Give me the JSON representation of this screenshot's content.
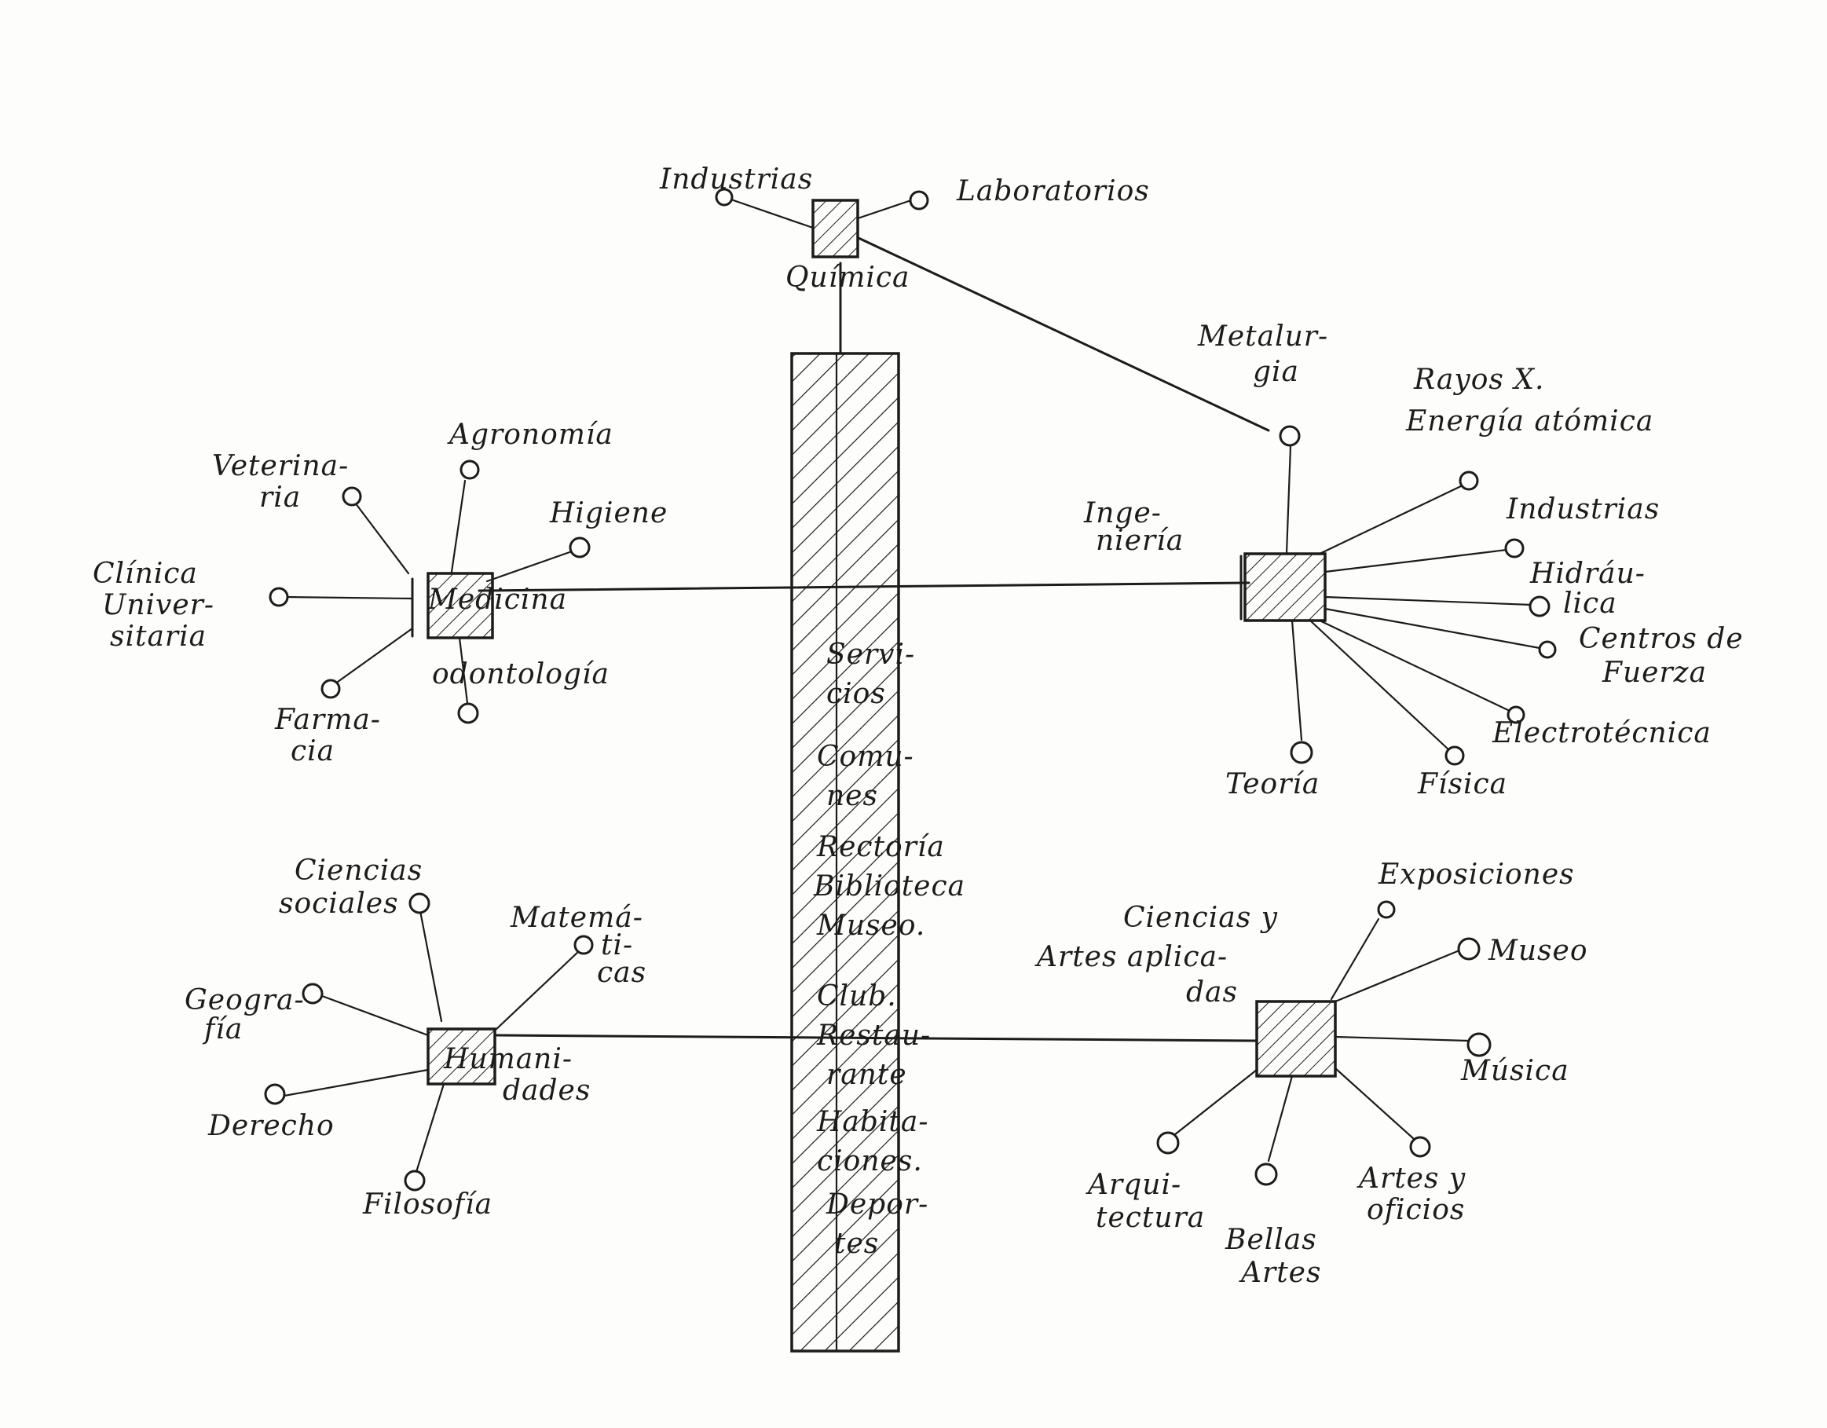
{
  "spine": {
    "texts": [
      "Servi-",
      "cios",
      "Comu-",
      "nes",
      "Rectoría",
      "Biblioteca",
      "Museo.",
      "Club.",
      "Restau-",
      "rante",
      "Habita-",
      "ciones.",
      "Depor-",
      "tes"
    ]
  },
  "quimica": {
    "title": "Química",
    "industrias": "Industrias",
    "laboratorios": "Laboratorios"
  },
  "medicina": {
    "title": "Medicina",
    "veterinaria": [
      "Veterina-",
      "ria"
    ],
    "agronomia": "Agronomía",
    "higiene": "Higiene",
    "clinica": [
      "Clínica",
      "Univer-",
      "sitaria"
    ],
    "farmacia": [
      "Farma-",
      "cia"
    ],
    "odontologia": "odontología"
  },
  "ingenieria": {
    "title": [
      "Inge-",
      "niería"
    ],
    "metalurgia": [
      "Metalur-",
      "gia"
    ],
    "rayos": [
      "Rayos X.",
      "Energía atómica"
    ],
    "industrias": "Industrias",
    "hidraulica": [
      "Hidráu-",
      "lica"
    ],
    "centros": [
      "Centros de",
      "Fuerza"
    ],
    "electrotecnica": "Electrotécnica",
    "fisica": "Física",
    "teoria": "Teoría"
  },
  "humanidades": {
    "title": [
      "Humani-",
      "dades"
    ],
    "ciencias_sociales": [
      "Ciencias",
      "sociales"
    ],
    "matematicas": [
      "Matemá-",
      "ti-",
      "cas"
    ],
    "geografia": [
      "Geogra-",
      "fía"
    ],
    "derecho": "Derecho",
    "filosofia": "Filosofía"
  },
  "ciencias_artes": {
    "title": [
      "Ciencias y",
      "Artes aplica-",
      "das"
    ],
    "exposiciones": "Exposiciones",
    "museo": "Museo",
    "musica": "Música",
    "arquitectura": [
      "Arqui-",
      "tectura"
    ],
    "bellas_artes": [
      "Bellas",
      "Artes"
    ],
    "artes_oficios": [
      "Artes y",
      "oficios"
    ]
  }
}
